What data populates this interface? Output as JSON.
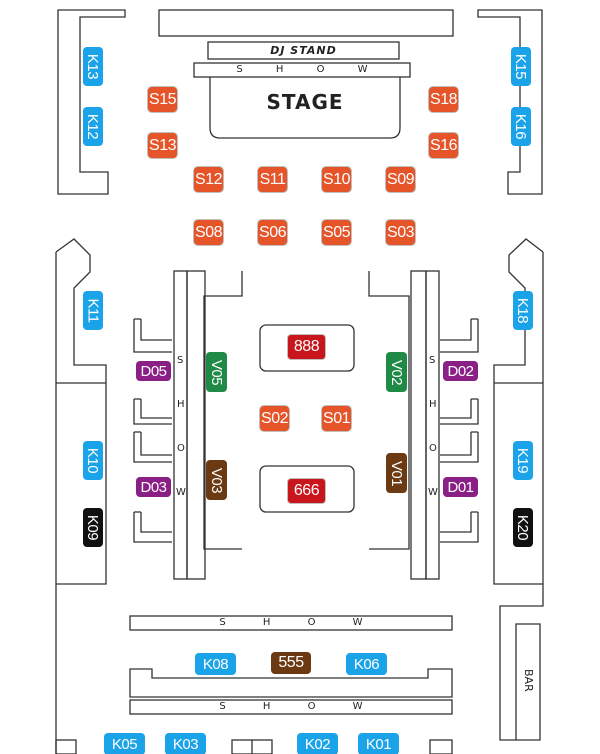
{
  "venue": {
    "stage_label": "STAGE",
    "dj_label": "DJ STAND",
    "show_spaced": "S H O W",
    "show_letters": [
      "S",
      "H",
      "O",
      "W"
    ],
    "bar_label": "BAR"
  },
  "colors": {
    "standard": "#e6552a",
    "vip_red": "#c9161c",
    "k_blue": "#1aa3e8",
    "v_green": "#1e8a45",
    "v_brown": "#6b3a12",
    "d_purple": "#8a1f86",
    "k_black": "#111111"
  },
  "seats": {
    "s15": "S15",
    "s18": "S18",
    "s13": "S13",
    "s16": "S16",
    "s12": "S12",
    "s11": "S11",
    "s10": "S10",
    "s09": "S09",
    "s08": "S08",
    "s06": "S06",
    "s05": "S05",
    "s03": "S03",
    "s02": "S02",
    "s01": "S01",
    "v888": "888",
    "v666": "666",
    "v555": "555",
    "v05": "V05",
    "v02": "V02",
    "v03": "V03",
    "v01": "V01",
    "d05": "D05",
    "d02": "D02",
    "d03": "D03",
    "d01": "D01",
    "k13": "K13",
    "k12": "K12",
    "k15": "K15",
    "k16": "K16",
    "k11": "K11",
    "k10": "K10",
    "k09": "K09",
    "k18": "K18",
    "k19": "K19",
    "k20": "K20",
    "k08": "K08",
    "k06": "K06",
    "k05": "K05",
    "k03": "K03",
    "k02": "K02",
    "k01": "K01"
  }
}
